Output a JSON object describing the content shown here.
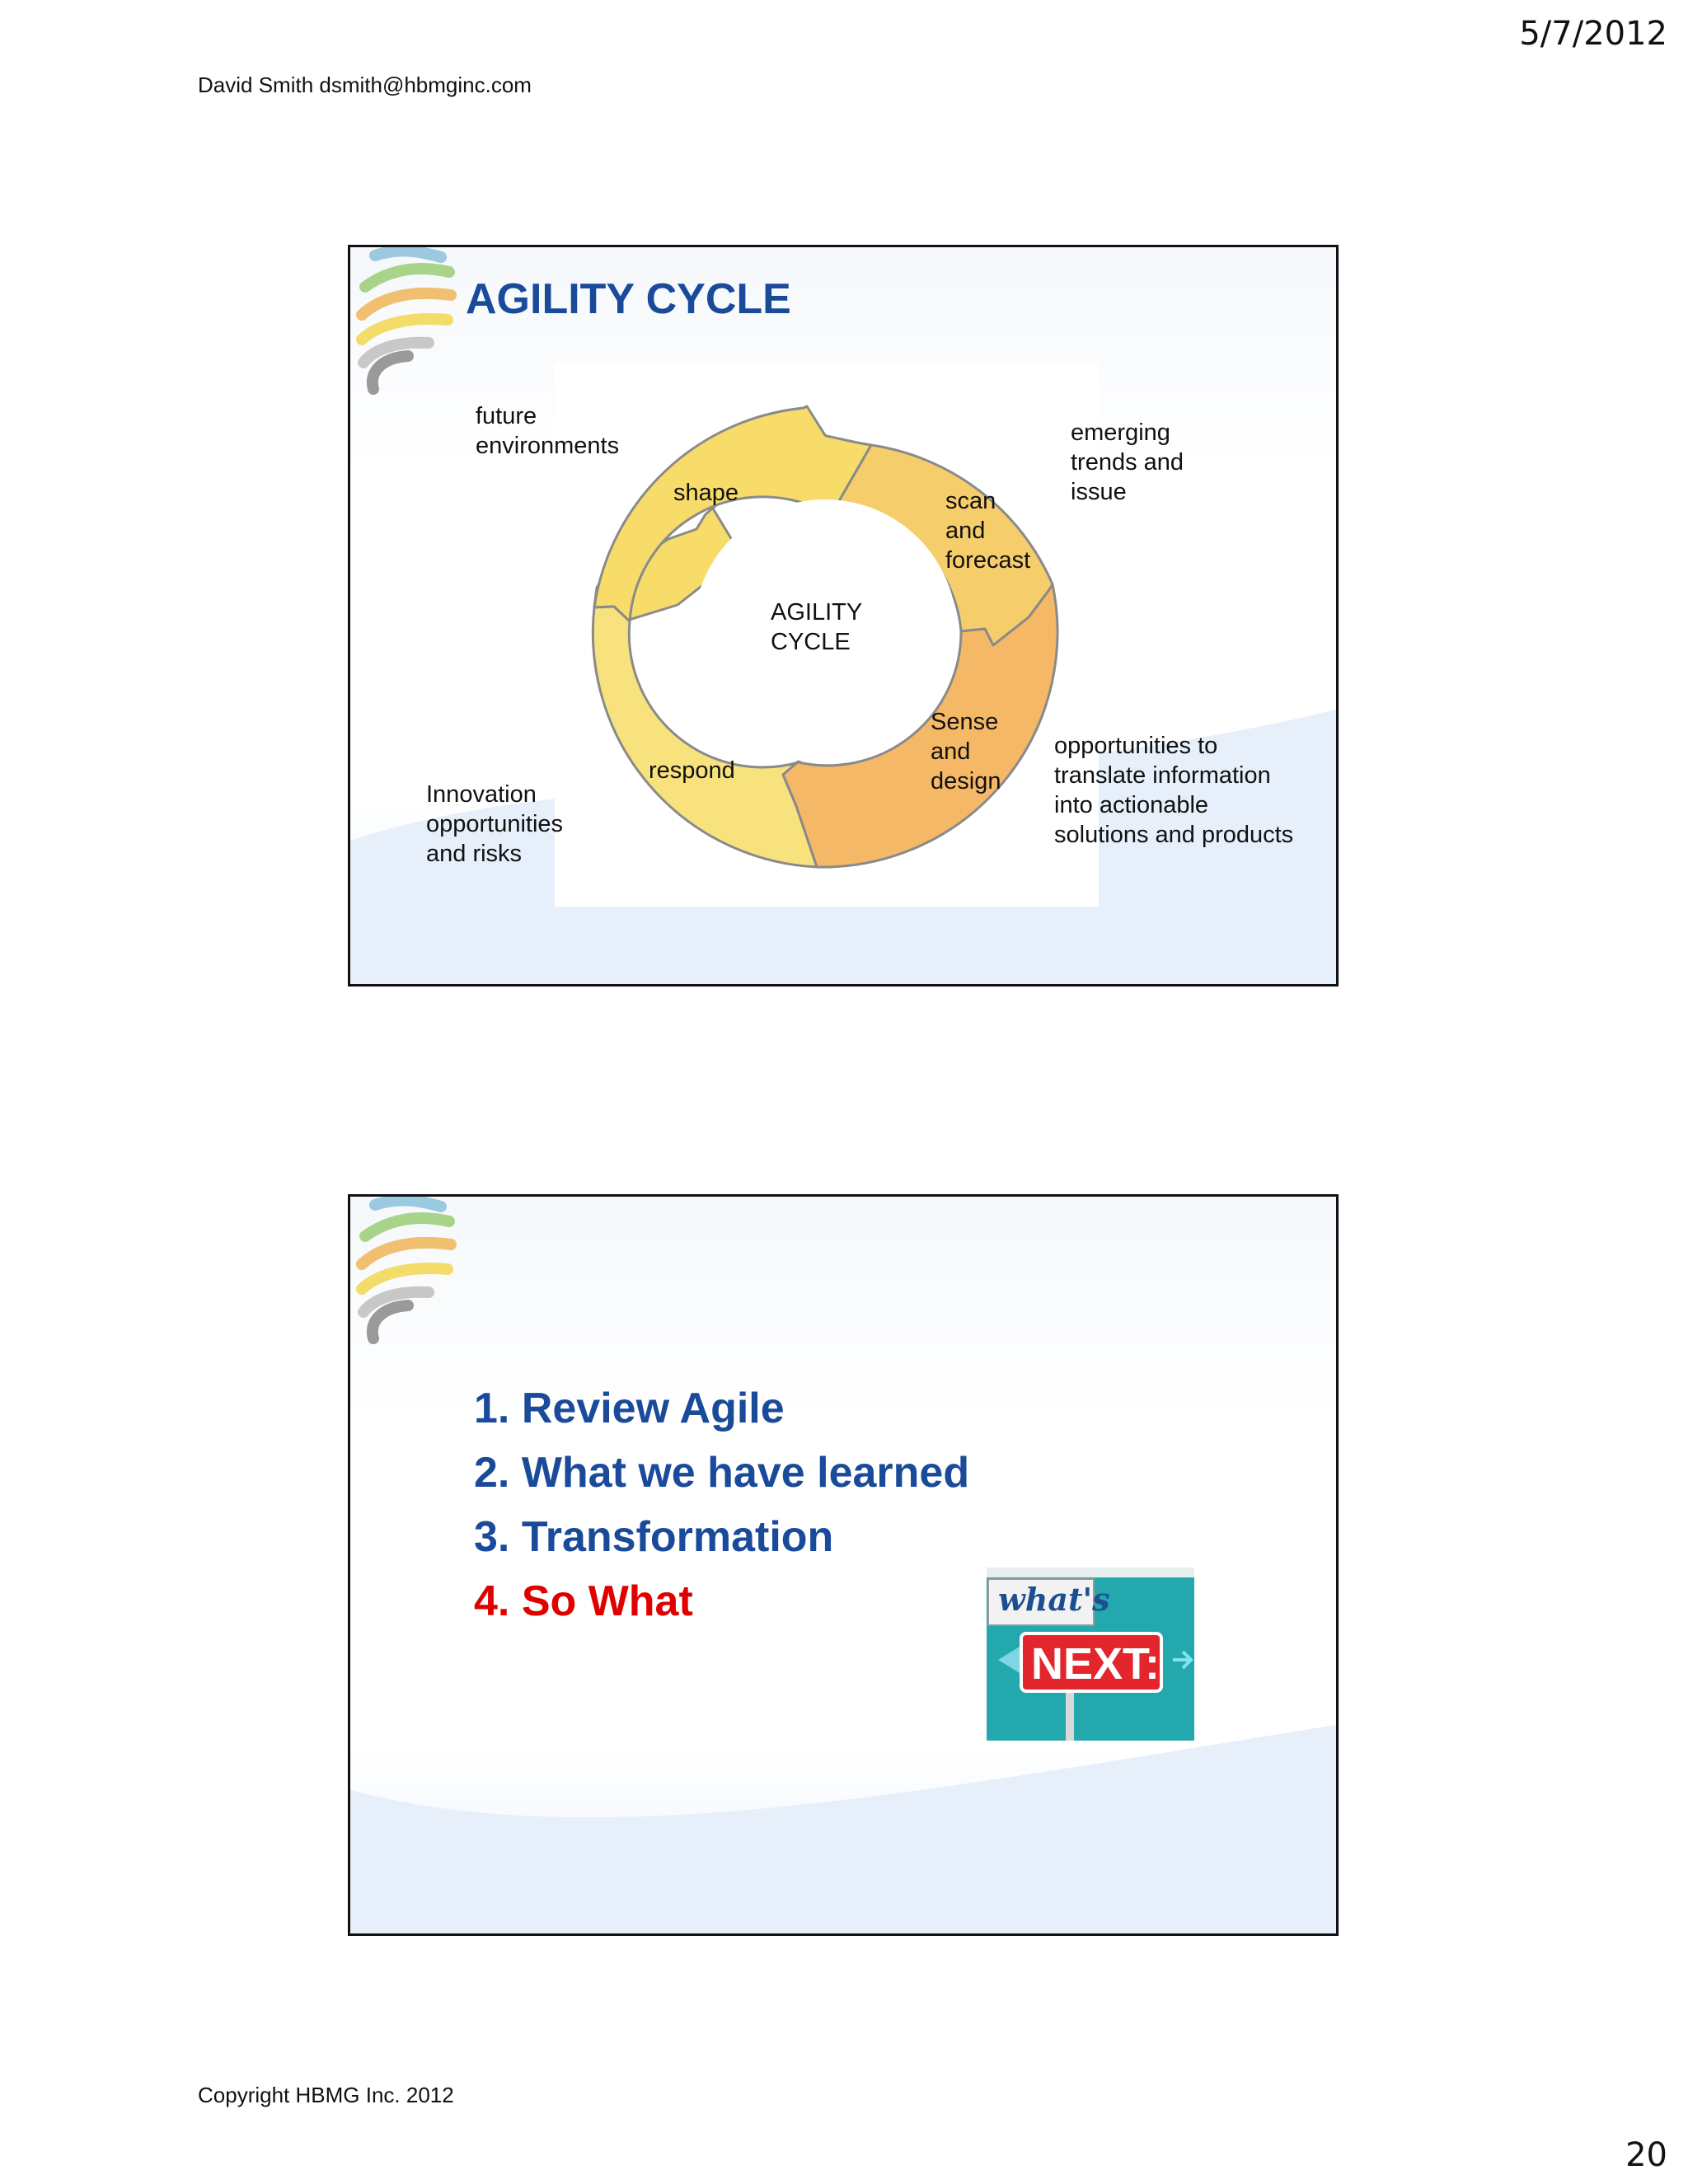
{
  "page": {
    "date": "5/7/2012",
    "header": "David Smith  dsmith@hbmginc.com",
    "footer": "Copyright HBMG Inc. 2012",
    "page_number": "20"
  },
  "slide1": {
    "title": "AGILITY CYCLE",
    "center_label": "AGILITY\nCYCLE",
    "segments": {
      "shape": "shape",
      "scan": "scan\nand\nforecast",
      "sense": "Sense\nand\ndesign",
      "respond": "respond"
    },
    "outer_labels": {
      "future": "future\nenvironments",
      "emerging": "emerging\ntrends and\nissue",
      "opportunities": "opportunities to\ntranslate information\ninto actionable\nsolutions and products",
      "innovation": "Innovation\nopportunities\nand risks"
    },
    "colors": {
      "title": "#1a4a9a",
      "shape": "#f7dc6a",
      "scan": "#f6cd6b",
      "sense": "#f5b866",
      "respond": "#f7e27e"
    }
  },
  "slide2": {
    "agenda": [
      "1. Review Agile",
      "2. What we have learned",
      "3. Transformation",
      "4. So What"
    ],
    "highlight_color": "#e00000",
    "item_color": "#1a4a9a",
    "sign": {
      "top_text": "what's",
      "main_text": "NEXT:"
    }
  }
}
